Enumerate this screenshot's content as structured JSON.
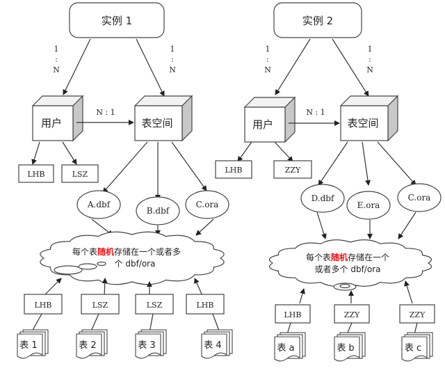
{
  "instances": [
    {
      "title": "实例 1",
      "card_user": "1\n:\nN",
      "card_ts": "1\n:\nN",
      "user_label": "用户",
      "ts_label": "表空间",
      "relation": "N : 1",
      "users": [
        "LHB",
        "LSZ"
      ],
      "datafiles": [
        "A.dbf",
        "B.dbf",
        "C.ora"
      ],
      "cloud_text": {
        "pre": "每个表",
        "highlight": "随机",
        "post": "存储在一个或者多",
        "line2": "个 dbf/ora"
      },
      "owners": [
        "LHB",
        "LSZ",
        "LSZ",
        "LHB"
      ],
      "tables": [
        "表 1",
        "表 2",
        "表 3",
        "表 4"
      ]
    },
    {
      "title": "实例 2",
      "card_user": "1\n:\nN",
      "card_ts": "1\n:\nN",
      "user_label": "用户",
      "ts_label": "表空间",
      "relation": "N : 1",
      "users": [
        "LHB",
        "ZZY"
      ],
      "datafiles": [
        "D.dbf",
        "E.ora",
        "C.ora"
      ],
      "cloud_text": {
        "pre": "每个表",
        "highlight": "随机",
        "post": "存储在一个",
        "line2": "或者多个 dbf/ora"
      },
      "owners": [
        "LHB",
        "ZZY",
        "ZZY"
      ],
      "tables": [
        "表 a",
        "表 b",
        "表 c"
      ]
    }
  ],
  "colors": {
    "highlight": "#e8141a",
    "cube_side": "#c8c8c8",
    "line": "#333333"
  }
}
